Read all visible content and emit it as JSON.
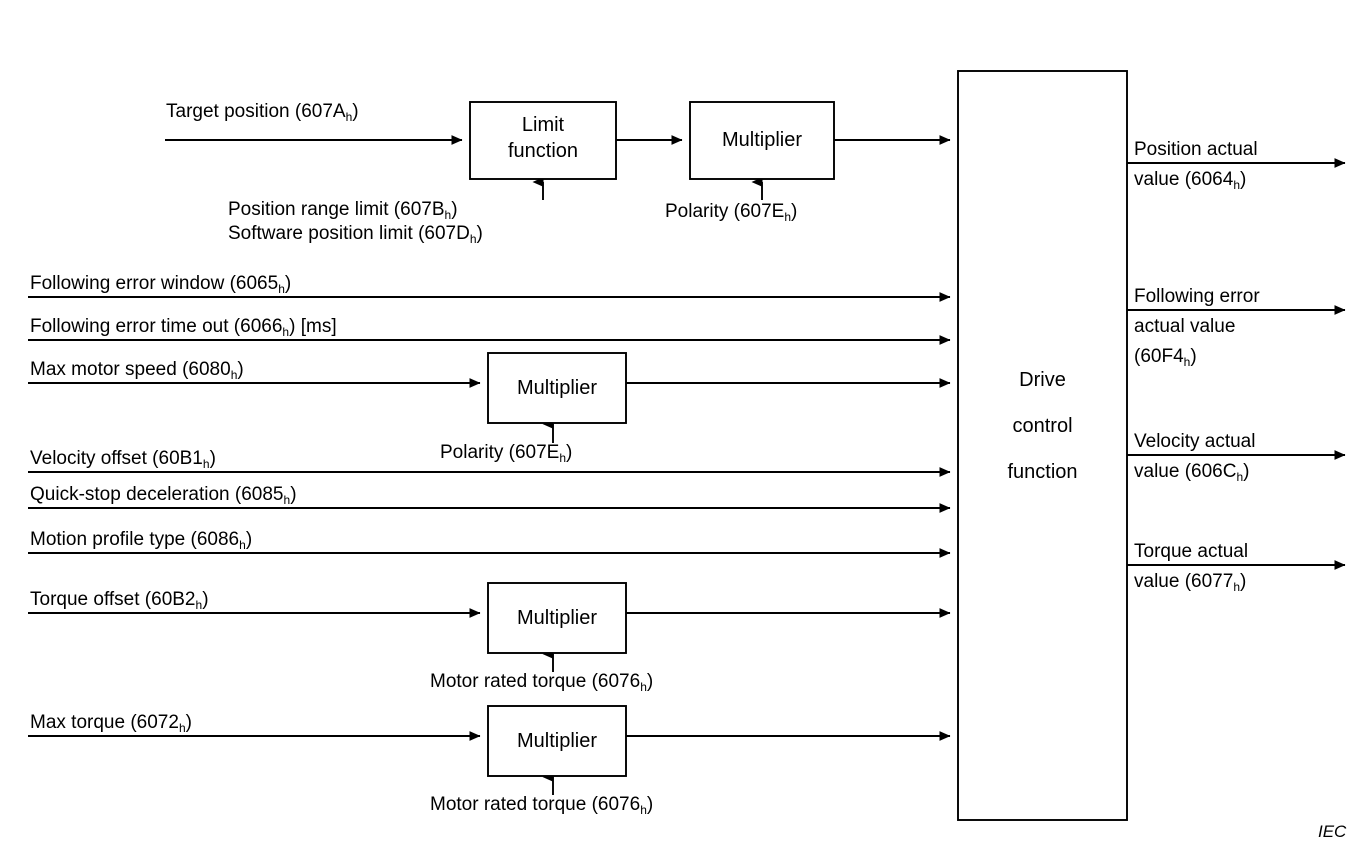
{
  "diagram": {
    "standard_mark": "IEC",
    "blocks": [
      {
        "id": "limit-function",
        "label_line1": "Limit",
        "label_line2": "function"
      },
      {
        "id": "multiplier-position",
        "label_line1": "Multiplier",
        "label_line2": ""
      },
      {
        "id": "multiplier-velocity",
        "label_line1": "Multiplier",
        "label_line2": ""
      },
      {
        "id": "multiplier-torque-offset",
        "label_line1": "Multiplier",
        "label_line2": ""
      },
      {
        "id": "multiplier-max-torque",
        "label_line1": "Multiplier",
        "label_line2": ""
      }
    ],
    "drive_block": {
      "id": "drive-control-function",
      "line1": "Drive",
      "line2": "control",
      "line3": "function"
    },
    "inputs": [
      {
        "id": "target-position",
        "name": "Target  position",
        "index": "607A",
        "unit": ""
      },
      {
        "id": "following-error-window",
        "name": "Following error window",
        "index": "6065",
        "unit": ""
      },
      {
        "id": "following-error-timeout",
        "name": "Following error time out",
        "index": "6066",
        "unit": " [ms]"
      },
      {
        "id": "max-motor-speed",
        "name": "Max motor speed",
        "index": "6080",
        "unit": ""
      },
      {
        "id": "velocity-offset",
        "name": "Velocity offset",
        "index": "60B1",
        "unit": ""
      },
      {
        "id": "quick-stop-deceleration",
        "name": "Quick-stop deceleration",
        "index": "6085",
        "unit": ""
      },
      {
        "id": "motion-profile-type",
        "name": "Motion profile type",
        "index": "6086",
        "unit": ""
      },
      {
        "id": "torque-offset",
        "name": "Torque offset",
        "index": "60B2",
        "unit": ""
      },
      {
        "id": "max-torque",
        "name": "Max torque",
        "index": "6072",
        "unit": ""
      }
    ],
    "parameters": [
      {
        "id": "position-range-limit",
        "name": "Position range limit",
        "index": "607B"
      },
      {
        "id": "software-position-limit",
        "name": "Software position limit",
        "index": "607D"
      },
      {
        "id": "polarity-position",
        "name": "Polarity",
        "index": "607E"
      },
      {
        "id": "polarity-velocity",
        "name": "Polarity",
        "index": "607E"
      },
      {
        "id": "motor-rated-torque-1",
        "name": "Motor rated torque",
        "index": "6076"
      },
      {
        "id": "motor-rated-torque-2",
        "name": "Motor rated torque",
        "index": "6076"
      }
    ],
    "outputs": [
      {
        "id": "position-actual-value",
        "line1": "Position actual",
        "line2": "value (",
        "index": "6064",
        "line3": ""
      },
      {
        "id": "following-error-actual-value",
        "line1": "Following error",
        "line2": "actual value",
        "index": "60F4",
        "line3": "("
      },
      {
        "id": "velocity-actual-value",
        "line1": "Velocity actual",
        "line2": "value (",
        "index": "606C",
        "line3": ""
      },
      {
        "id": "torque-actual-value",
        "line1": "Torque actual",
        "line2": "value (",
        "index": "6077",
        "line3": ""
      }
    ]
  }
}
